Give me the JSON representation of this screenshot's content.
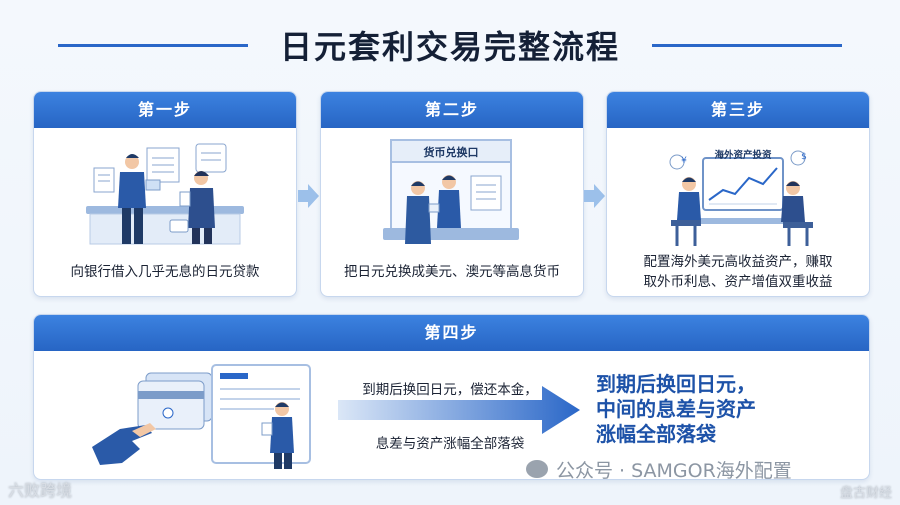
{
  "title": "日元套利交易完整流程",
  "steps": [
    {
      "label": "第一步",
      "text": "向银行借入几乎无息的日元贷款"
    },
    {
      "label": "第二步",
      "text": "把日元兑换成美元、澳元等高息货币",
      "sign": "货币兑换口"
    },
    {
      "label": "第三步",
      "text_line1": "配置海外美元高收益资产，赚取",
      "text_line2": "取外币利息、资产增值双重收益",
      "screen": "海外资产投资"
    },
    {
      "label": "第四步",
      "line1": "到期后换回日元，偿还本金，",
      "line2": "息差与资产涨幅全部落袋",
      "result_line1": "到期后换回日元，",
      "result_line2": "中间的息差与资产",
      "result_line3": "涨幅全部落袋"
    }
  ],
  "watermark": "公众号 · SAMGOR海外配置",
  "corner_left": "六败跨境",
  "corner_right": "盘古财经",
  "colors": {
    "accent": "#2765c4",
    "accent_light": "#3c82e0",
    "text": "#1a2233",
    "result": "#1d52a8"
  }
}
